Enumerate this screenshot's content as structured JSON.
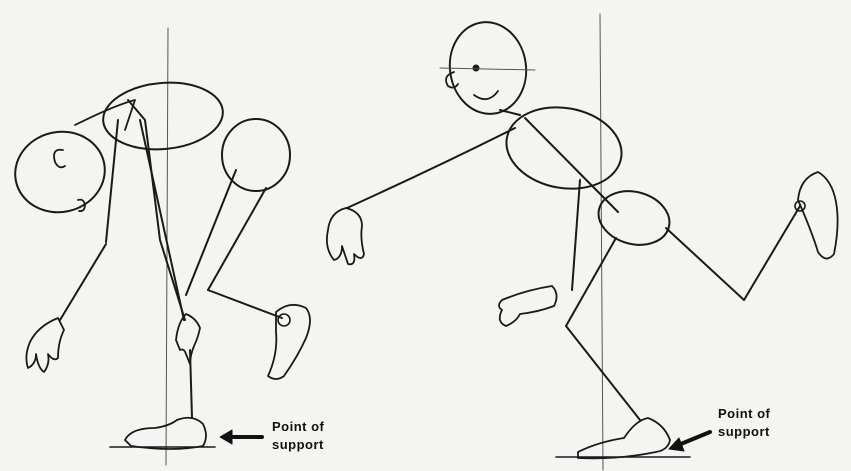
{
  "figures": [
    {
      "name": "walking-figure-front-view",
      "annotation": {
        "line1": "Point of",
        "line2": "support"
      }
    },
    {
      "name": "walking-figure-side-view",
      "annotation": {
        "line1": "Point of",
        "line2": "support"
      }
    }
  ],
  "colors": {
    "ink": "#1a1a1a",
    "paper": "#f4f4f2",
    "guide": "#555555"
  }
}
